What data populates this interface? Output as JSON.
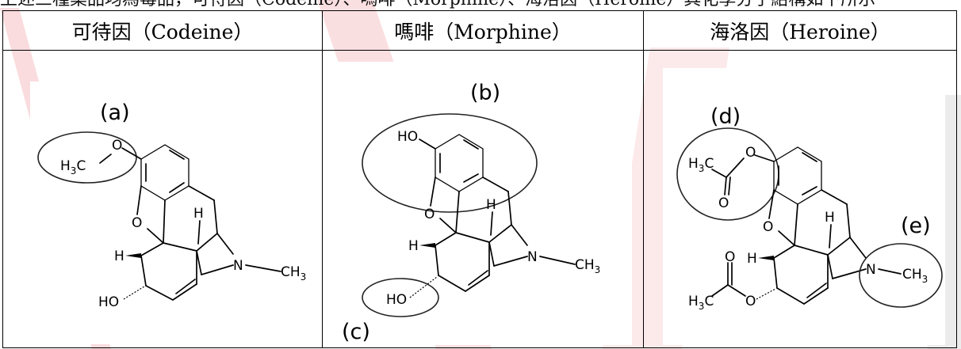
{
  "header_line": "上述三種藥品均為毒品，可待因（Codeine）、嗎啡（Morphine）、海洛因（Heroine）其化學分子結構如下所示",
  "columns": [
    {
      "name": "可待因（Codeine）"
    },
    {
      "name": "嗎啡（Morphine）"
    },
    {
      "name": "海洛因（Heroine）"
    }
  ],
  "annotations": {
    "codeine": {
      "label_a": "(a)"
    },
    "morphine": {
      "label_b": "(b)",
      "label_c": "(c)"
    },
    "heroine": {
      "label_d": "(d)",
      "label_e": "(e)"
    }
  },
  "atoms": {
    "h3c": "H",
    "h3c_sub": "3",
    "h3c_c": "C",
    "o": "O",
    "h": "H",
    "n": "N",
    "ch3": "CH",
    "ch3_sub": "3",
    "ho": "HO"
  },
  "colors": {
    "watermark": "#e8606a",
    "border": "#000000",
    "ellipse": "#222222"
  }
}
